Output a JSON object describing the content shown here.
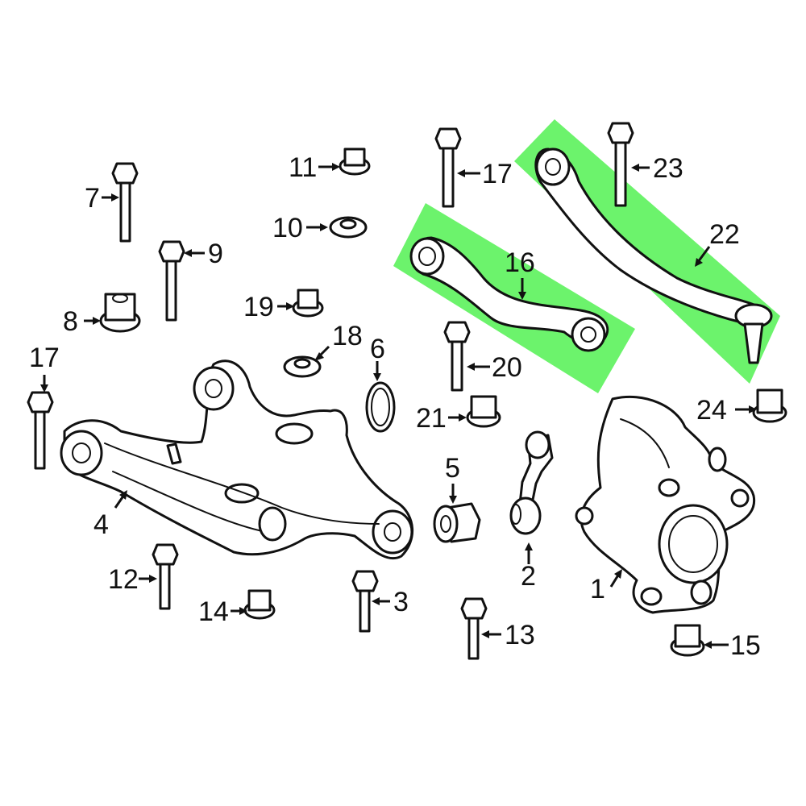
{
  "colors": {
    "highlight": "#6cf36c",
    "line": "#111111",
    "background": "#ffffff"
  },
  "callouts": {
    "c1": "1",
    "c2": "2",
    "c3": "3",
    "c4": "4",
    "c5": "5",
    "c6": "6",
    "c7": "7",
    "c8": "8",
    "c9": "9",
    "c10": "10",
    "c11": "11",
    "c12": "12",
    "c13": "13",
    "c14": "14",
    "c15": "15",
    "c16": "16",
    "c17a": "17",
    "c17b": "17",
    "c18": "18",
    "c19": "19",
    "c20": "20",
    "c21": "21",
    "c22": "22",
    "c23": "23",
    "c24": "24"
  },
  "highlighted_parts": [
    "16",
    "22"
  ]
}
